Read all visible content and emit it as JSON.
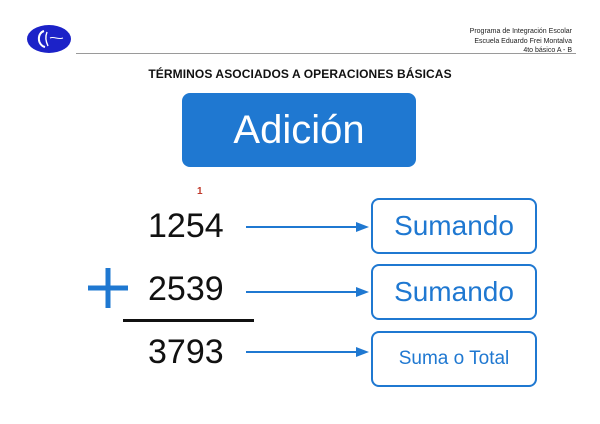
{
  "header": {
    "program": "Programa de Integración Escolar",
    "school": "Escuela Eduardo Frei Montalva",
    "course": "4to básico A - B"
  },
  "title": "TÉRMINOS ASOCIADOS A OPERACIONES BÁSICAS",
  "operation": "Adición",
  "carry": "1",
  "rows": [
    {
      "number": "1254",
      "term": "Sumando"
    },
    {
      "number": "2539",
      "term": "Sumando"
    },
    {
      "number": "3793",
      "term": "Suma o Total"
    }
  ],
  "colors": {
    "accent": "#1f78d1",
    "carry": "#c0392b",
    "logo": "#1c22c8"
  }
}
